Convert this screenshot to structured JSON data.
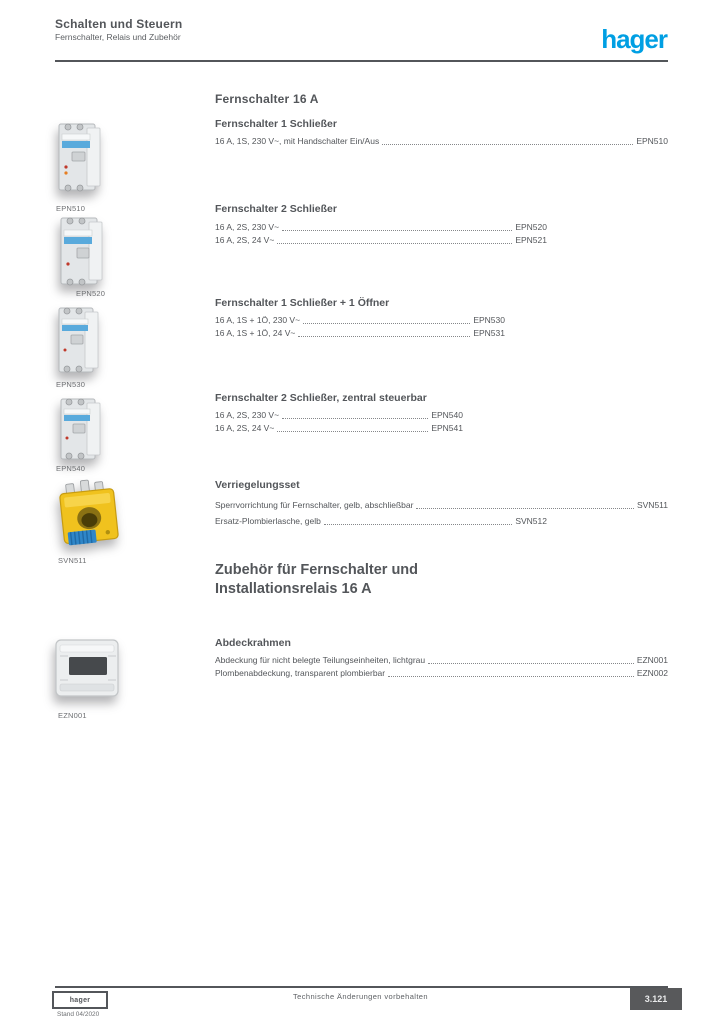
{
  "colors": {
    "text": "#53565A",
    "brand_blue": "#009FE3",
    "leader_grey": "#85878A"
  },
  "header": {
    "title_line1": "Schalten und Steuern",
    "title_line2": "Fernschalter, Relais und Zubehör",
    "logo_text": "hager"
  },
  "section": {
    "title": "Fernschalter 16 A"
  },
  "products": [
    {
      "heading": "Fernschalter 1 Schließer",
      "caption": "EPN510",
      "photo": "din-module",
      "lines": [
        {
          "desc": "16 A, 1S, 230 V~, mit Handschalter Ein/Aus",
          "ref": "EPN510"
        }
      ]
    },
    {
      "heading": "Fernschalter 2 Schließer",
      "caption": "EPN520",
      "photo": "din-module",
      "lines": [
        {
          "desc": "16 A, 2S, 230 V~",
          "ref": "EPN520"
        },
        {
          "desc": "16 A, 2S, 24 V~",
          "ref": "EPN521"
        }
      ]
    },
    {
      "heading": "Fernschalter 1 Schließer + 1 Öffner",
      "caption": "EPN530",
      "photo": "din-module",
      "lines": [
        {
          "desc": "16 A, 1S + 1Ö, 230 V~",
          "ref": "EPN530"
        },
        {
          "desc": "16 A, 1S + 1Ö, 24 V~",
          "ref": "EPN531"
        }
      ]
    },
    {
      "heading": "Fernschalter 2 Schließer, zentral steuerbar",
      "caption": "EPN540",
      "photo": "din-module",
      "lines": [
        {
          "desc": "16 A, 2S, 230 V~",
          "ref": "EPN540"
        },
        {
          "desc": "16 A, 2S, 24 V~",
          "ref": "EPN541"
        }
      ]
    },
    {
      "heading": "Verriegelungsset",
      "caption": "SVN511",
      "photo": "yellow-interlock",
      "lines": [
        {
          "desc": "Sperrvorrichtung für Fernschalter, gelb, abschließbar",
          "ref": "SVN511"
        },
        {
          "desc": "Ersatz-Plombierlasche, gelb",
          "ref": "SVN512"
        }
      ]
    },
    {
      "heading": "Abdeckrahmen",
      "caption": "EZN001",
      "photo": "cover-frame",
      "lines": [
        {
          "desc": "Abdeckung für nicht belegte Teilungseinheiten, lichtgrau",
          "ref": "EZN001"
        },
        {
          "desc": "Plombenabdeckung, transparent plombierbar",
          "ref": "EZN002"
        }
      ]
    }
  ],
  "subsection": {
    "line1": "Zubehör für Fernschalter und",
    "line2": "Installationsrelais 16 A"
  },
  "footer": {
    "left_box_text": "hager",
    "left_caption": "Stand 04/2020",
    "center_text": "Technische Änderungen vorbehalten",
    "page_number": "3.121"
  }
}
